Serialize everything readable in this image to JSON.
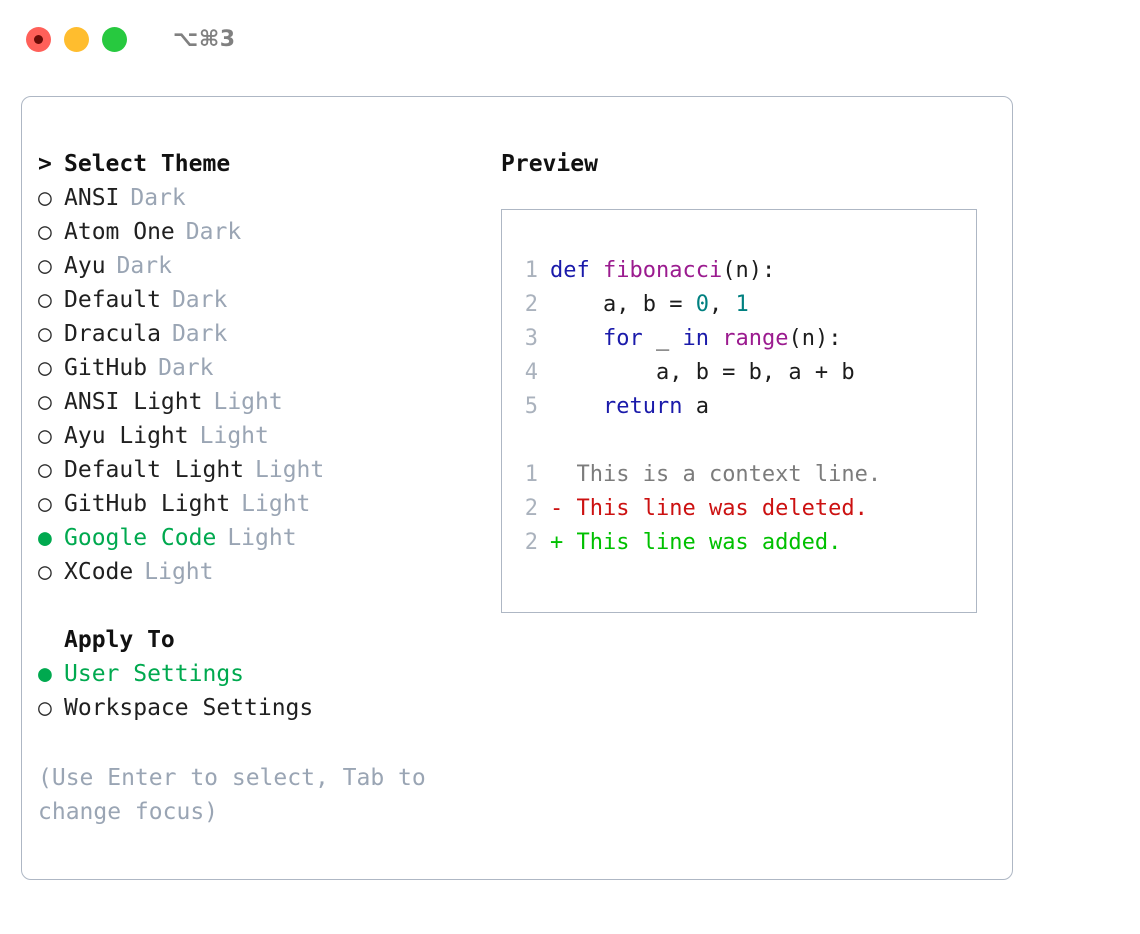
{
  "window": {
    "shortcut_label": "⌥⌘3",
    "traffic_lights": [
      "close",
      "minimize",
      "zoom"
    ]
  },
  "theme_picker": {
    "header": "Select Theme",
    "caret": ">",
    "bullet_off": "○",
    "bullet_on": "●",
    "items": [
      {
        "name": "ANSI",
        "tag": "Dark",
        "selected": false
      },
      {
        "name": "Atom One",
        "tag": "Dark",
        "selected": false
      },
      {
        "name": "Ayu",
        "tag": "Dark",
        "selected": false
      },
      {
        "name": "Default",
        "tag": "Dark",
        "selected": false
      },
      {
        "name": "Dracula",
        "tag": "Dark",
        "selected": false
      },
      {
        "name": "GitHub",
        "tag": "Dark",
        "selected": false
      },
      {
        "name": "ANSI Light",
        "tag": "Light",
        "selected": false
      },
      {
        "name": "Ayu Light",
        "tag": "Light",
        "selected": false
      },
      {
        "name": "Default Light",
        "tag": "Light",
        "selected": false
      },
      {
        "name": "GitHub Light",
        "tag": "Light",
        "selected": false
      },
      {
        "name": "Google Code",
        "tag": "Light",
        "selected": true
      },
      {
        "name": "XCode",
        "tag": "Light",
        "selected": false
      }
    ]
  },
  "apply_to": {
    "header": "Apply To",
    "items": [
      {
        "name": "User Settings",
        "selected": true
      },
      {
        "name": "Workspace Settings",
        "selected": false
      }
    ]
  },
  "hint": "(Use Enter to select, Tab to change focus)",
  "preview": {
    "title": "Preview",
    "code_lines": [
      {
        "num": "1",
        "tokens": [
          {
            "t": "def ",
            "c": "kw"
          },
          {
            "t": "fibonacci",
            "c": "fn"
          },
          {
            "t": "(n):",
            "c": "plain"
          }
        ]
      },
      {
        "num": "2",
        "tokens": [
          {
            "t": "    a, b = ",
            "c": "plain"
          },
          {
            "t": "0",
            "c": "num"
          },
          {
            "t": ", ",
            "c": "plain"
          },
          {
            "t": "1",
            "c": "num"
          }
        ]
      },
      {
        "num": "3",
        "tokens": [
          {
            "t": "    ",
            "c": "plain"
          },
          {
            "t": "for",
            "c": "kw"
          },
          {
            "t": " _ ",
            "c": "plain"
          },
          {
            "t": "in",
            "c": "kw"
          },
          {
            "t": " ",
            "c": "plain"
          },
          {
            "t": "range",
            "c": "fn"
          },
          {
            "t": "(n):",
            "c": "plain"
          }
        ]
      },
      {
        "num": "4",
        "tokens": [
          {
            "t": "        a, b = b, a + b",
            "c": "plain"
          }
        ]
      },
      {
        "num": "5",
        "tokens": [
          {
            "t": "    ",
            "c": "plain"
          },
          {
            "t": "return",
            "c": "kw"
          },
          {
            "t": " a",
            "c": "plain"
          }
        ]
      }
    ],
    "diff_lines": [
      {
        "num": "1",
        "marker": " ",
        "text": " This is a context line.",
        "kind": "ctx"
      },
      {
        "num": "2",
        "marker": "-",
        "text": " This line was deleted.",
        "kind": "del"
      },
      {
        "num": "2",
        "marker": "+",
        "text": " This line was added.",
        "kind": "add"
      }
    ]
  },
  "colors": {
    "accent_green": "#00a94f",
    "muted": "#9aa5b4",
    "border": "#aeb7c4",
    "keyword": "#1a1aaa",
    "function": "#9b1b8f",
    "number": "#008080",
    "diff_added": "#00c000",
    "diff_deleted": "#cc1111",
    "diff_context": "#7c7c7c"
  }
}
